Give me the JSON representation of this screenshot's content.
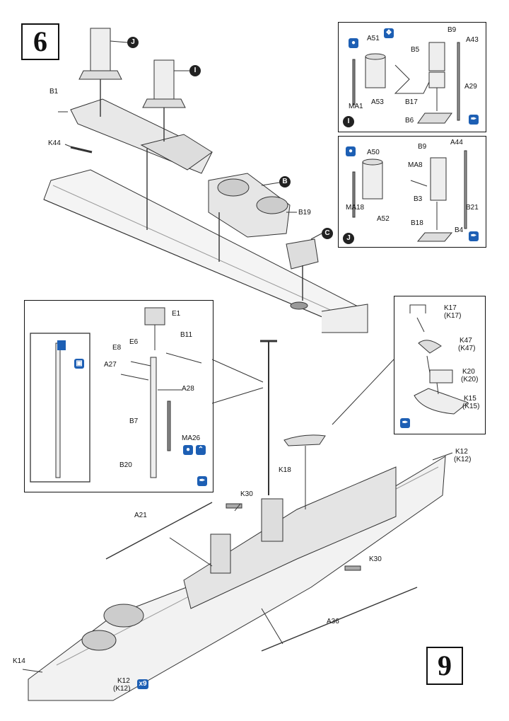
{
  "steps": {
    "left": "6",
    "right": "9"
  },
  "callouts": {
    "B": "B",
    "C": "C",
    "I": "I",
    "J": "J"
  },
  "upper_labels": {
    "B1": "B1",
    "K44": "K44",
    "B19": "B19"
  },
  "inset_I": {
    "marker": "I",
    "labels": {
      "A51": "A51",
      "B9": "B9",
      "A43": "A43",
      "B5": "B5",
      "A29": "A29",
      "MA1": "MA1",
      "A53": "A53",
      "B17": "B17",
      "B6": "B6"
    }
  },
  "inset_J": {
    "marker": "J",
    "labels": {
      "A50": "A50",
      "B9": "B9",
      "A44": "A44",
      "MA8": "MA8",
      "B3": "B3",
      "B21": "B21",
      "MA18": "MA18",
      "A52": "A52",
      "B18": "B18",
      "B4": "B4"
    }
  },
  "mast_inset": {
    "labels": {
      "E1": "E1",
      "B11": "B11",
      "E8": "E8",
      "E6": "E6",
      "A27": "A27",
      "A28": "A28",
      "B7": "B7",
      "MA26": "MA26",
      "B20": "B20"
    }
  },
  "boat_inset": {
    "labels": {
      "K17": "K17",
      "K17b": "(K17)",
      "K47": "K47",
      "K47b": "(K47)",
      "K20": "K20",
      "K20b": "(K20)",
      "K15": "K15",
      "K15b": "(K15)"
    }
  },
  "lower_labels": {
    "K12": "K12",
    "K12b": "(K12)",
    "K18": "K18",
    "K30": "K30",
    "A21": "A21",
    "K30b": "K30",
    "A36": "A36",
    "K14": "K14",
    "K12c": "K12",
    "K12d": "(K12)"
  },
  "qty_badge": "x9",
  "icons": {
    "paint": "paint-drop-icon",
    "glue": "glue-icon",
    "brush": "brush-icon",
    "bend": "bend-icon",
    "photo_etch": "photo-etch-icon"
  },
  "colors": {
    "ink": "#111111",
    "icon_blue": "#1d5fb4",
    "line_gray": "#555555"
  }
}
